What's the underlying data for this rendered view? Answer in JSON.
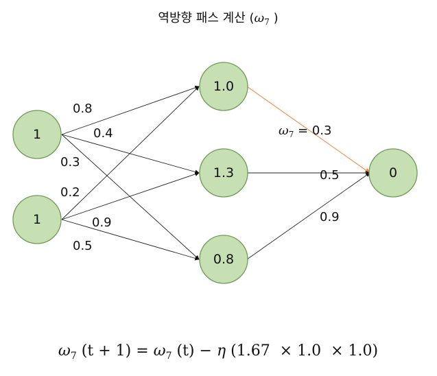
{
  "title": {
    "text": "역방향 패스 계산 (",
    "omega": "ω",
    "sub": "7",
    "close": " )"
  },
  "nodes": {
    "input1": "1",
    "input2": "1",
    "hidden1": "1.0",
    "hidden2": "1.3",
    "hidden3": "0.8",
    "output": "0"
  },
  "weights": {
    "in1_h1": "0.8",
    "in1_h2": "0.4",
    "in1_h3": "0.3",
    "in2_h1": "0.2",
    "in2_h2": "0.9",
    "in2_h3": "0.5",
    "h1_out_symbol": "ω",
    "h1_out_sub": "7",
    "h1_out_eq": " = 0.3",
    "h2_out": "0.5",
    "h3_out": "0.9"
  },
  "formula": {
    "omega_left": "ω",
    "sub_left": "7",
    "lhs_rest": " (t + 1) = ",
    "omega_right": "ω",
    "sub_right": "7",
    "rhs_t": " (t) − ",
    "eta": "η",
    "rhs_rest": " (1.67  × 1.0  × 1.0)"
  },
  "colors": {
    "node_fill": "#c6e0b4",
    "node_stroke": "#6f9a55",
    "highlight_edge": "#f08a4b"
  }
}
